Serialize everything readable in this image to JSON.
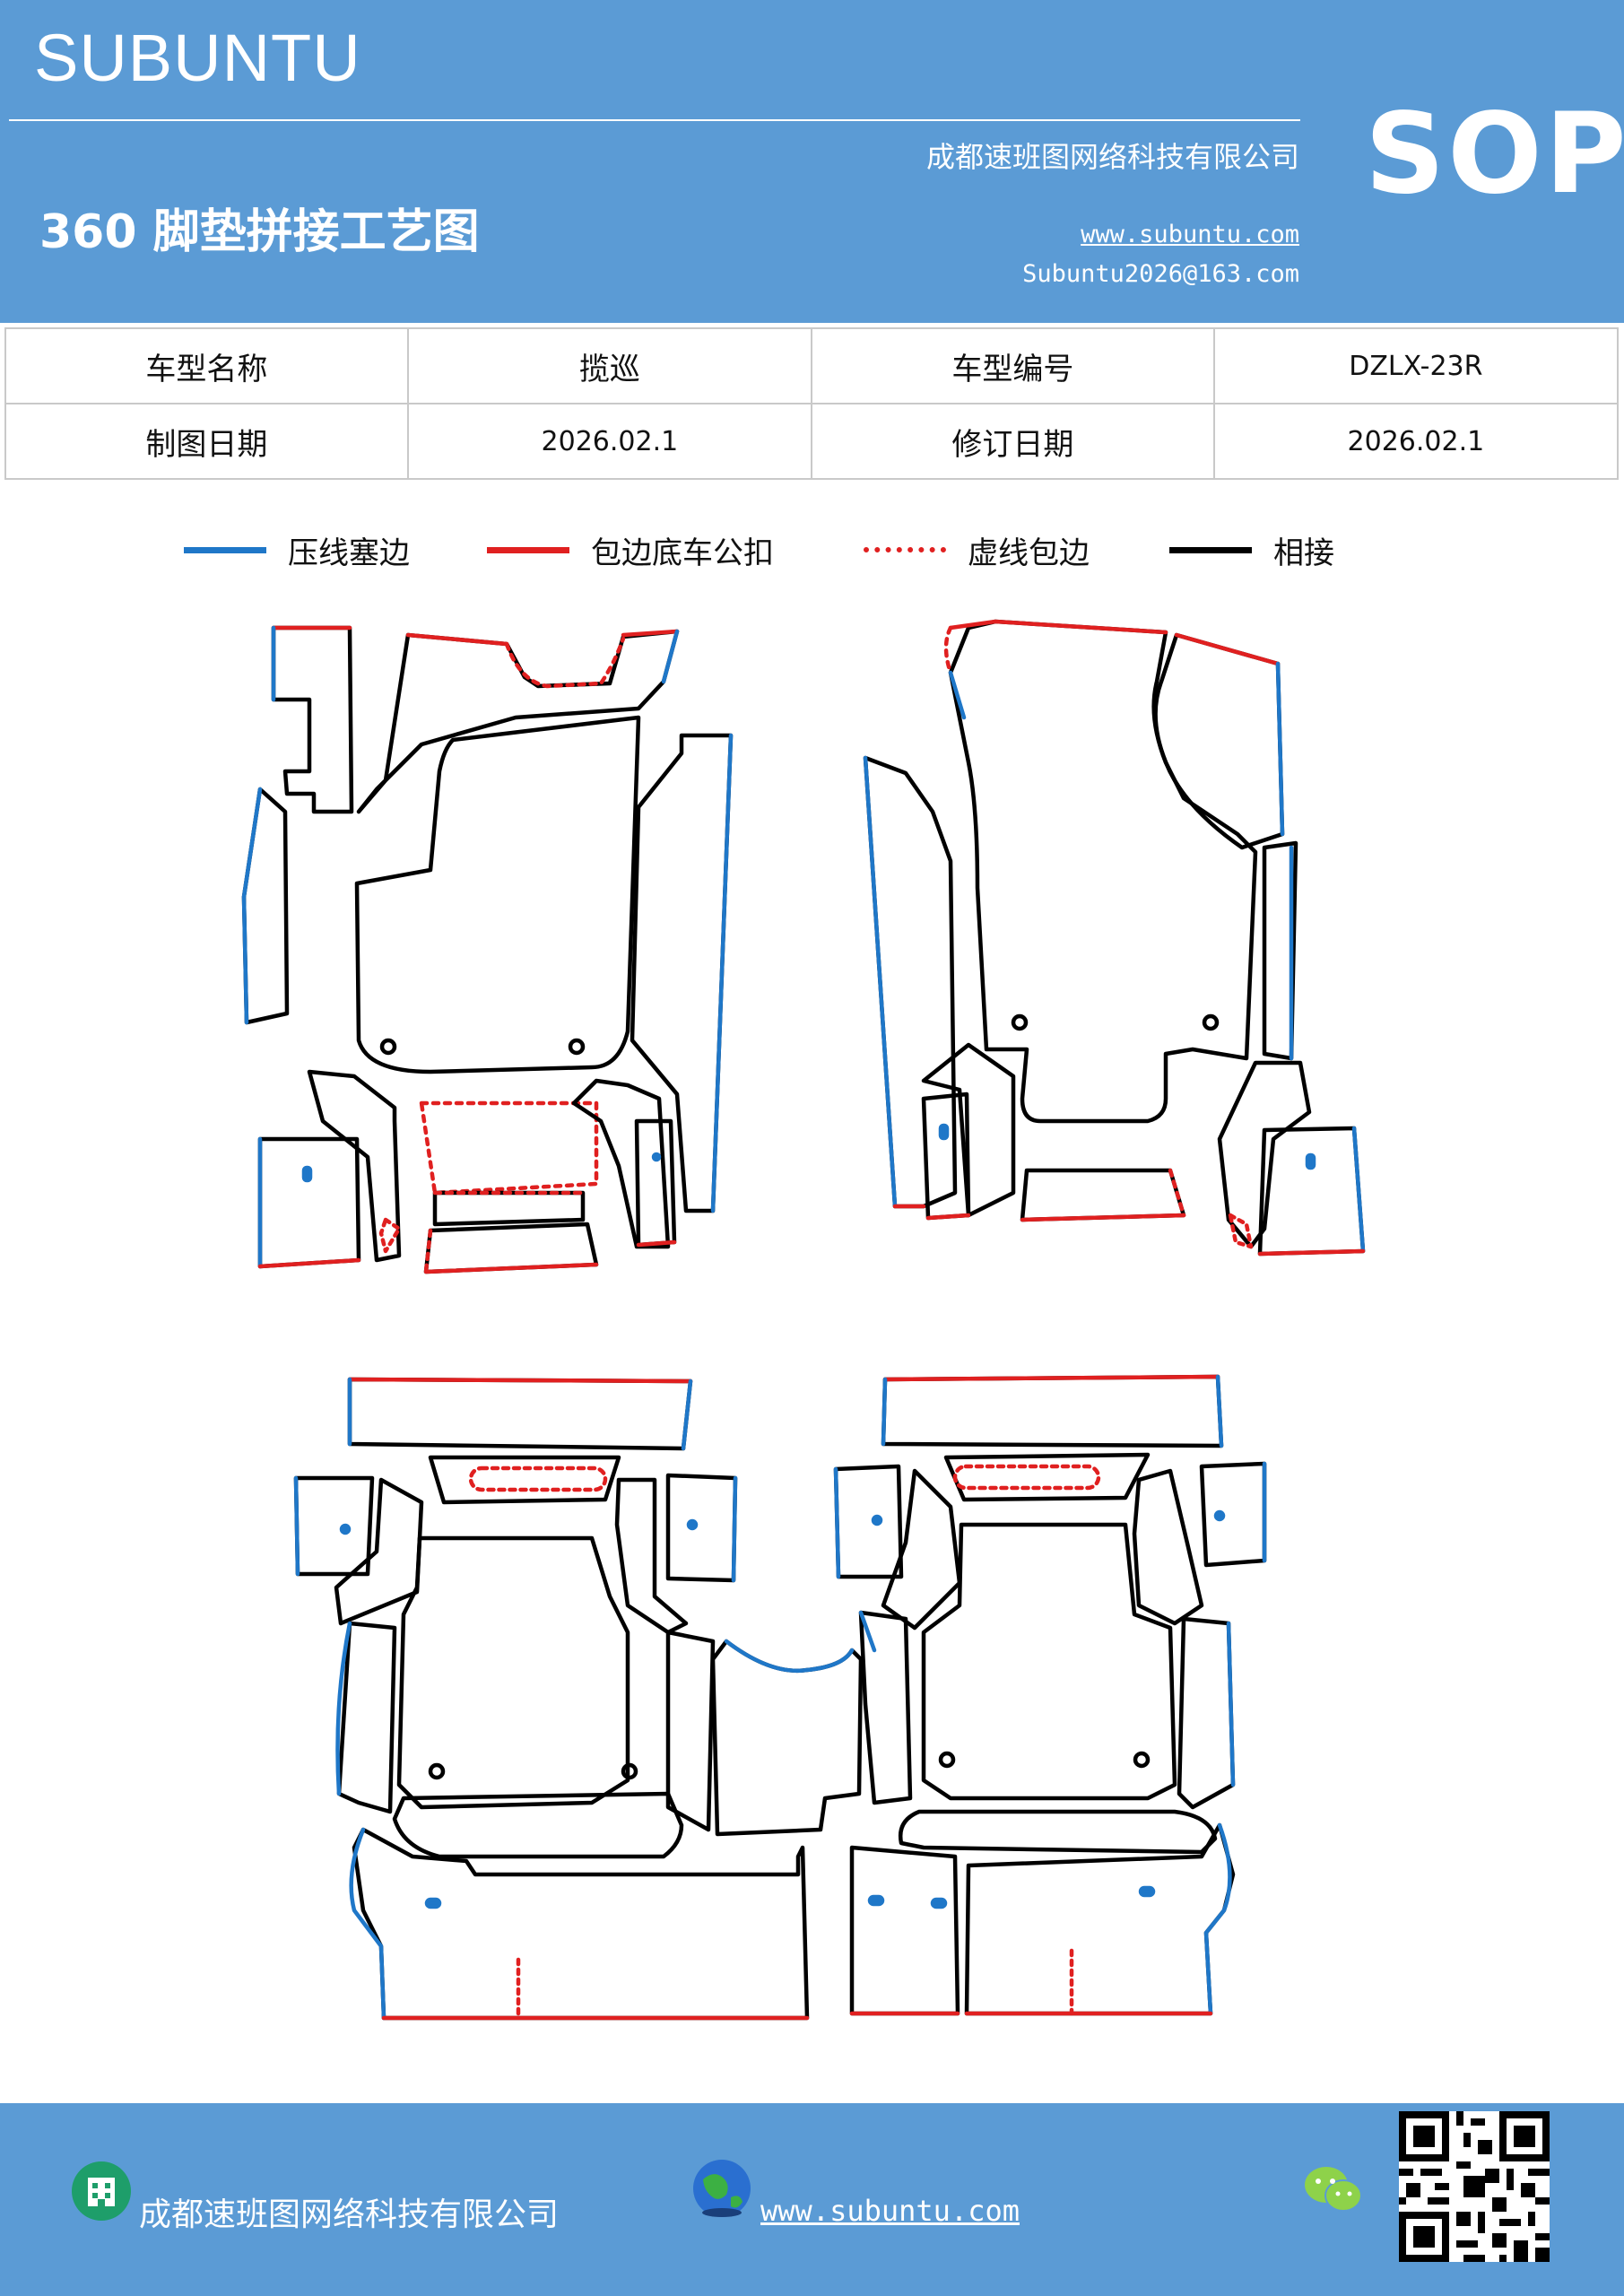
{
  "header": {
    "brand": "SUBUNTU",
    "company": "成都速班图网络科技有限公司",
    "title": "360 脚垫拼接工艺图",
    "website": "www.subuntu.com",
    "email": "Subuntu2026@163.com",
    "badge": "SOP",
    "bg_color": "#5b9bd5"
  },
  "info_table": {
    "rows": [
      [
        "车型名称",
        "揽巡",
        "车型编号",
        "DZLX-23R"
      ],
      [
        "制图日期",
        "2026.02.1",
        "修订日期",
        "2026.02.1"
      ]
    ]
  },
  "legend": [
    {
      "label": "压线塞边",
      "color": "#1f77c8",
      "style": "solid"
    },
    {
      "label": "包边底车公扣",
      "color": "#e02020",
      "style": "solid"
    },
    {
      "label": "虚线包边",
      "color": "#e02020",
      "style": "dotted"
    },
    {
      "label": "相接",
      "color": "#000000",
      "style": "solid"
    }
  ],
  "footer": {
    "company": "成都速班图网络科技有限公司",
    "website": "www.subuntu.com",
    "icons": [
      "building-icon",
      "globe-icon",
      "wechat-icon",
      "qr-code"
    ]
  }
}
